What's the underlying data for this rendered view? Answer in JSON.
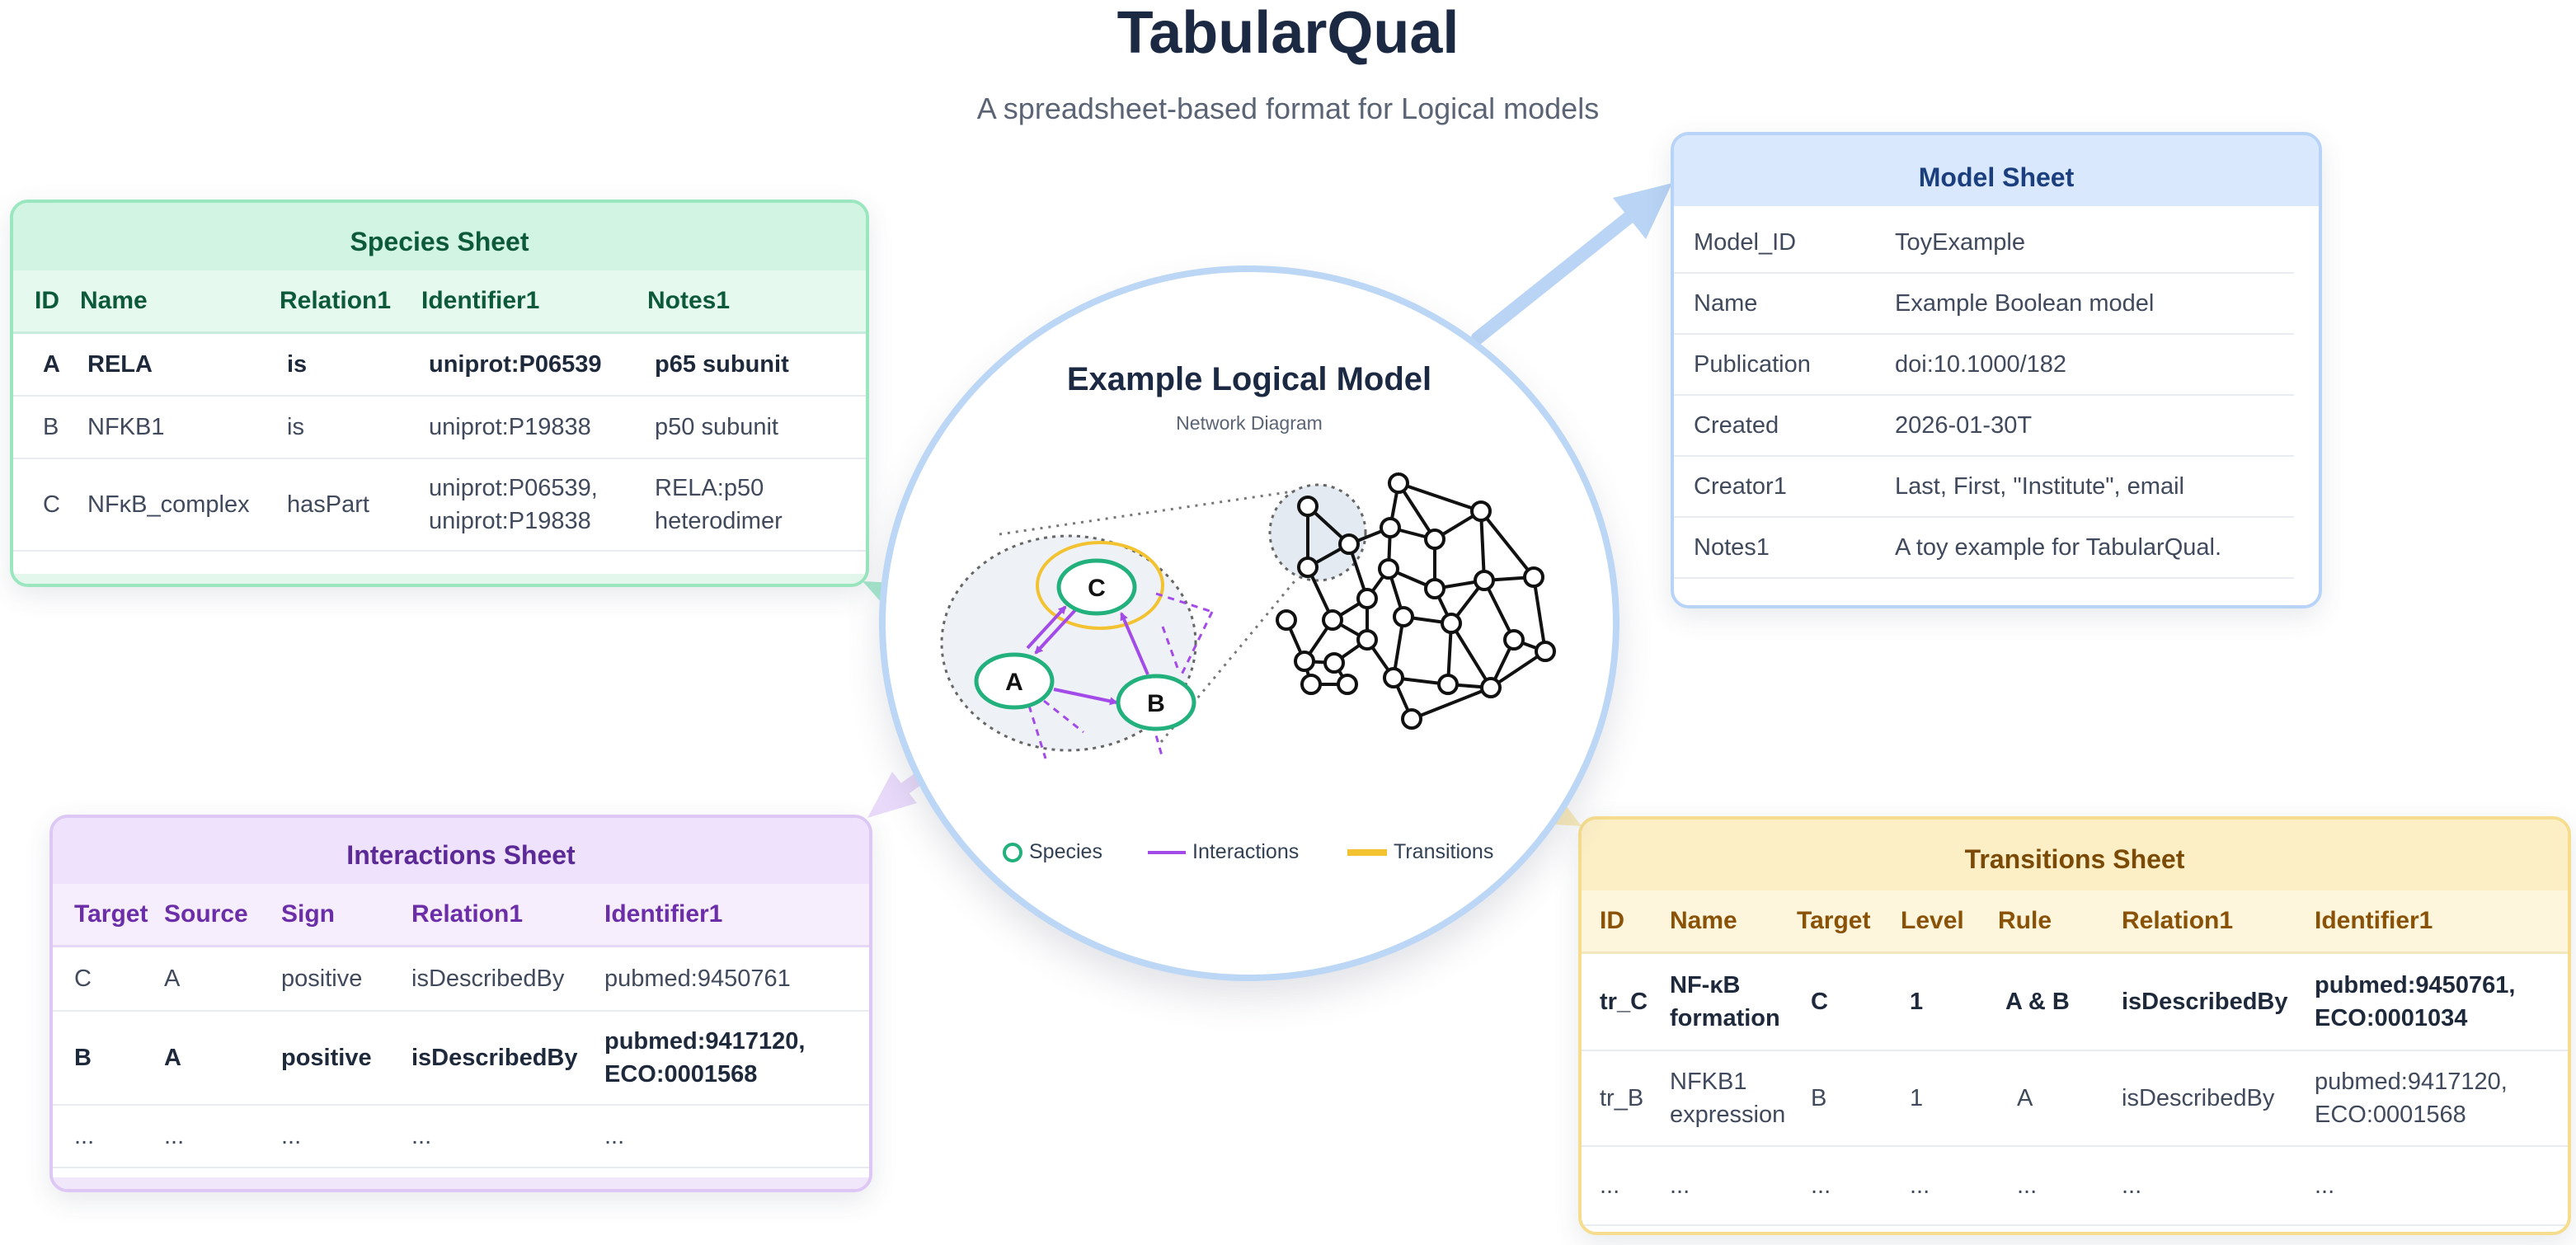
{
  "header": {
    "title": "TabularQual",
    "subtitle": "A spreadsheet-based format for Logical models"
  },
  "center": {
    "title": "Example Logical Model",
    "subtitle": "Network Diagram",
    "nodes": {
      "a": "A",
      "b": "B",
      "c": "C"
    },
    "legend": {
      "species": "Species",
      "interactions": "Interactions",
      "transitions": "Transitions"
    }
  },
  "colors": {
    "species": "#22b07d",
    "interactions": "#a34be8",
    "transitions": "#f2c230",
    "model": "#b9d4f5"
  },
  "species_sheet": {
    "title": "Species Sheet",
    "columns": [
      "ID",
      "Name",
      "Relation1",
      "Identifier1",
      "Notes1"
    ],
    "rows": [
      [
        "A",
        "RELA",
        "is",
        "uniprot:P06539",
        "p65 subunit"
      ],
      [
        "B",
        "NFKB1",
        "is",
        "uniprot:P19838",
        "p50 subunit"
      ],
      [
        "C",
        "NFκB_complex",
        "hasPart",
        "uniprot:P06539,\nuniprot:P19838",
        "RELA:p50\nheterodimer"
      ]
    ]
  },
  "model_sheet": {
    "title": "Model Sheet",
    "rows": [
      [
        "Model_ID",
        "ToyExample"
      ],
      [
        "Name",
        "Example Boolean model"
      ],
      [
        "Publication",
        "doi:10.1000/182"
      ],
      [
        "Created",
        "2026-01-30T"
      ],
      [
        "Creator1",
        "Last, First, \"Institute\", email"
      ],
      [
        "Notes1",
        "A toy example for TabularQual."
      ]
    ]
  },
  "interactions_sheet": {
    "title": "Interactions Sheet",
    "columns": [
      "Target",
      "Source",
      "Sign",
      "Relation1",
      "Identifier1"
    ],
    "rows": [
      [
        "C",
        "A",
        "positive",
        "isDescribedBy",
        "pubmed:9450761"
      ],
      [
        "B",
        "A",
        "positive",
        "isDescribedBy",
        "pubmed:9417120,\nECO:0001568"
      ],
      [
        "...",
        "...",
        "...",
        "...",
        "..."
      ]
    ]
  },
  "transitions_sheet": {
    "title": "Transitions Sheet",
    "columns": [
      "ID",
      "Name",
      "Target",
      "Level",
      "Rule",
      "Relation1",
      "Identifier1"
    ],
    "rows": [
      [
        "tr_C",
        "NF-κB\nformation",
        "C",
        "1",
        "A & B",
        "isDescribedBy",
        "pubmed:9450761,\nECO:0001034"
      ],
      [
        "tr_B",
        "NFKB1\nexpression",
        "B",
        "1",
        "A",
        "isDescribedBy",
        "pubmed:9417120,\nECO:0001568"
      ],
      [
        "...",
        "...",
        "...",
        "...",
        "...",
        "...",
        "..."
      ]
    ]
  }
}
